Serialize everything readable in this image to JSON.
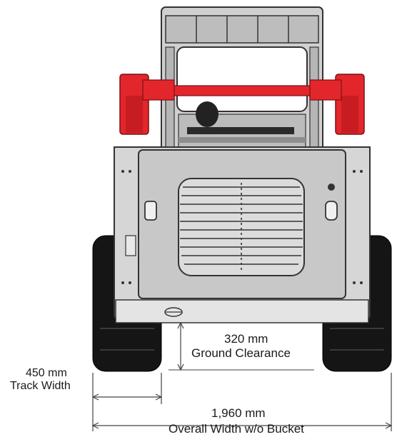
{
  "dimensions": {
    "ground_clearance": {
      "value": "320 mm",
      "label": "Ground Clearance"
    },
    "track_width": {
      "value": "450 mm",
      "label": "Track Width"
    },
    "overall_width": {
      "value": "1,960 mm",
      "label": "Overall Width w/o Bucket"
    }
  },
  "colors": {
    "body": "#d3d3d3",
    "panel": "#c8c8c8",
    "cage": "#b9b9b9",
    "lift_arm": "#e3262b",
    "track": "#151515",
    "outline": "#333333"
  }
}
